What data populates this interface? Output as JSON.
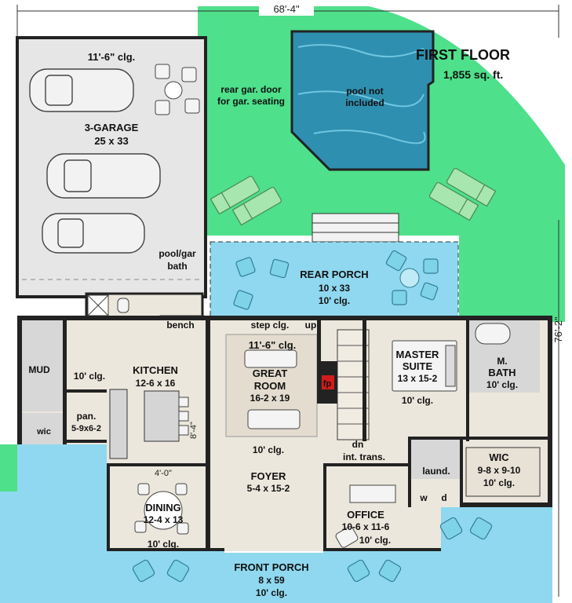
{
  "header": {
    "overall_width": "68'-4\"",
    "overall_depth": "76'-2\"",
    "floor_title": "FIRST FLOOR",
    "floor_area": "1,855 sq. ft."
  },
  "notes": {
    "rear_garage_door": [
      "rear gar. door",
      "for gar. seating"
    ],
    "pool": [
      "pool not",
      "included"
    ],
    "pool_bath": [
      "pool/gar",
      "bath"
    ]
  },
  "rooms": {
    "garage": {
      "ceiling": "11'-6\" clg.",
      "name": "3-GARAGE",
      "size": "25 x 33"
    },
    "rear_porch": {
      "name": "REAR PORCH",
      "size": "10 x 33",
      "ceiling": "10' clg."
    },
    "bench": "bench",
    "mud": "MUD",
    "wic_small": "wic",
    "kitchen": {
      "ceiling": "10' clg.",
      "name": "KITCHEN",
      "size": "12-6 x 16"
    },
    "pantry": {
      "name": "pan.",
      "size": "5-9x6-2"
    },
    "kitchen_island_dim": "8'-4\"",
    "step_ceiling": "step clg.",
    "up": "up",
    "great_room": {
      "ceiling": "11'-6\" clg.",
      "name": "GREAT",
      "name2": "ROOM",
      "size": "16-2 x 19",
      "ceiling_low": "10' clg."
    },
    "fireplace": "fp",
    "master_suite": {
      "name": "MASTER",
      "name2": "SUITE",
      "size": "13 x 15-2",
      "ceiling": "10' clg."
    },
    "master_bath": {
      "name": "M.",
      "name2": "BATH",
      "ceiling": "10' clg."
    },
    "dn": "dn",
    "int_trans": "int. trans.",
    "laundry": "laund.",
    "washer": "w",
    "dryer": "d",
    "wic_master": {
      "name": "WIC",
      "size": "9-8 x 9-10",
      "ceiling": "10' clg."
    },
    "dining_dim": "4'-0\"",
    "foyer": {
      "name": "FOYER",
      "size": "5-4 x 15-2"
    },
    "dining": {
      "name": "DINING",
      "size": "12-4 x 13",
      "ceiling": "10' clg."
    },
    "office": {
      "name": "OFFICE",
      "size": "10-6 x 11-6",
      "ceiling": "10' clg."
    },
    "front_porch": {
      "name": "FRONT PORCH",
      "size": "8 x 59",
      "ceiling": "10' clg."
    }
  },
  "colors": {
    "lawn": "#4ee08a",
    "porch": "#8fd8ef",
    "pool": "#2f8fb0",
    "garage_floor": "#e6e6e6",
    "interior_floor": "#ece7dc"
  }
}
